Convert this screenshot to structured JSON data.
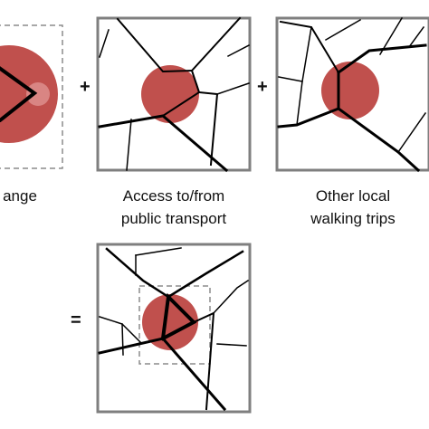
{
  "panels": {
    "range": {
      "caption": "ange"
    },
    "transport": {
      "caption_line1": "Access to/from",
      "caption_line2": "public transport"
    },
    "local": {
      "caption_line1": "Other local",
      "caption_line2": "walking trips"
    }
  },
  "operators": {
    "plus": "+",
    "equals": "="
  },
  "colors": {
    "circle": "#c0504d",
    "circle_light": "#d98583",
    "frame": "#7f7f7f",
    "dashed": "#8c8c8c",
    "street": "#000000"
  }
}
